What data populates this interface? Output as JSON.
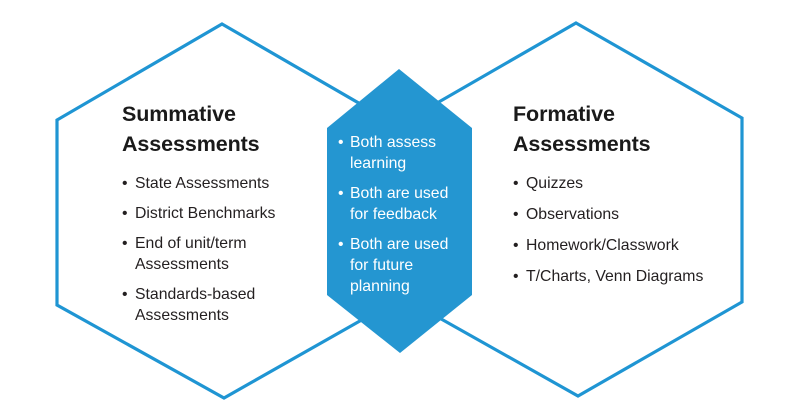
{
  "diagram": {
    "type": "venn-hexagon-comparison",
    "colors": {
      "outline": "#1f95d3",
      "overlap_fill": "#2496d1",
      "overlap_text": "#ffffff",
      "body_text": "#231f20",
      "title_text": "#1a1a1a",
      "background": "#ffffff"
    }
  },
  "left": {
    "shape_name": "summative-hexagon",
    "title": "Summative\nAssessments",
    "items": [
      "State Assessments",
      "District Benchmarks",
      "End of unit/term\nAssessments",
      "Standards-based\nAssessments"
    ]
  },
  "center": {
    "shape_name": "overlap-hexagon",
    "items": [
      "Both assess\nlearning",
      "Both are used\nfor feedback",
      "Both are used\nfor future\nplanning"
    ]
  },
  "right": {
    "shape_name": "formative-hexagon",
    "title": "Formative\nAssessments",
    "items": [
      "Quizzes",
      "Observations",
      "Homework/Classwork",
      "T/Charts, Venn Diagrams"
    ]
  }
}
